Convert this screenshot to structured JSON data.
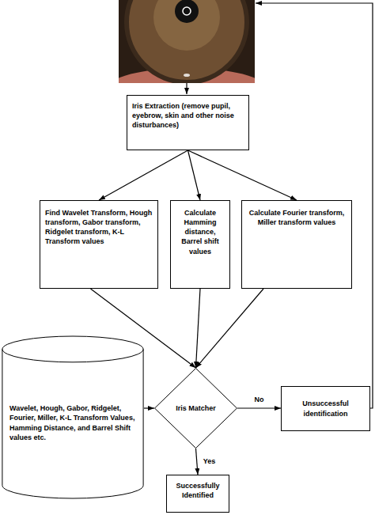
{
  "diagram": {
    "nodes": [
      {
        "text": [
          "Iris Extraction (remove pupil, eyebrow, skin and other noise disturbances)"
        ]
      },
      {
        "text": [
          "Find Wavelet Transform, Hough transform, Gabor transform, Ridgelet transform, K-L Transform values"
        ]
      },
      {
        "text": [
          "Calculate Hamming distance, Barrel shift values"
        ]
      },
      {
        "text": [
          "Calculate Fourier transform, Miller transform values"
        ]
      },
      {
        "text": [
          "Wavelet, Hough, Gabor, Ridgelet, Fourier, Miller, K-L Transform Values, Hamming Distance, and Barrel Shift values etc."
        ]
      },
      {
        "text": [
          "Iris Matcher"
        ]
      },
      {
        "text": [
          "Unsuccessful identification"
        ]
      },
      {
        "text": [
          "Successfully Identified"
        ]
      }
    ],
    "edges": [
      {
        "from": 0,
        "to": 1,
        "arrow": "to"
      },
      {
        "from": 0,
        "to": 2,
        "arrow": "to"
      },
      {
        "from": 0,
        "to": 3,
        "arrow": "to"
      },
      {
        "from": 1,
        "to": 5,
        "arrow": "to"
      },
      {
        "from": 2,
        "to": 5,
        "arrow": "to"
      },
      {
        "from": 3,
        "to": 5,
        "arrow": "to"
      },
      {
        "from": 4,
        "to": 5,
        "arrow": "to"
      },
      {
        "from": 5,
        "to": 6,
        "label": "No",
        "arrow": "to"
      },
      {
        "from": 5,
        "to": 7,
        "label": "Yes",
        "arrow": "to"
      }
    ]
  }
}
